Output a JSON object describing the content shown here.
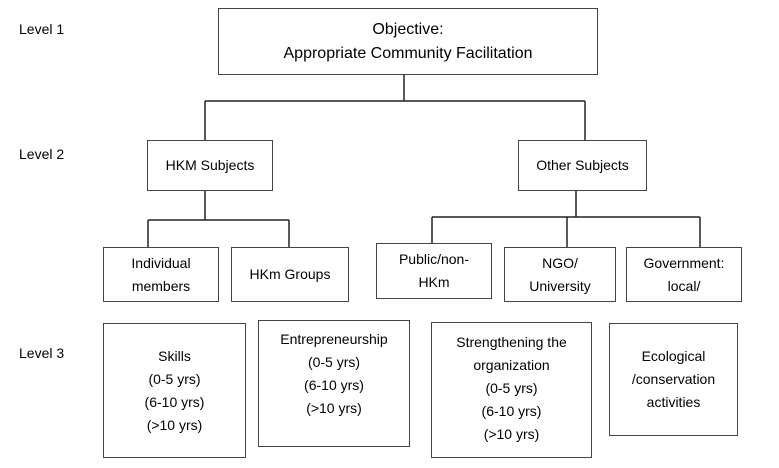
{
  "levels": [
    "Level 1",
    "Level 2",
    "Level 3"
  ],
  "objective": {
    "line1": "Objective:",
    "line2": "Appropriate Community Facilitation"
  },
  "level2": {
    "hkm_subjects": "HKM Subjects",
    "other_subjects": "Other Subjects"
  },
  "hkm_children": {
    "individual_line1": "Individual",
    "individual_line2": "members",
    "groups": "HKm Groups"
  },
  "other_children": {
    "public_line1": "Public/non-",
    "public_line2": "HKm",
    "ngo_line1": "NGO/",
    "ngo_line2": "University",
    "gov_line1": "Government:",
    "gov_line2": "local/"
  },
  "level3": {
    "skills": [
      "Skills",
      "(0-5 yrs)",
      "(6-10 yrs)",
      "(>10 yrs)"
    ],
    "entrepreneurship": [
      "Entrepreneurship",
      "(0-5 yrs)",
      "(6-10 yrs)",
      "(>10 yrs)"
    ],
    "strengthening": [
      "Strengthening the",
      "organization",
      "(0-5 yrs)",
      "(6-10 yrs)",
      "(>10 yrs)"
    ],
    "ecological": [
      "Ecological",
      "/conservation",
      "activities"
    ]
  }
}
